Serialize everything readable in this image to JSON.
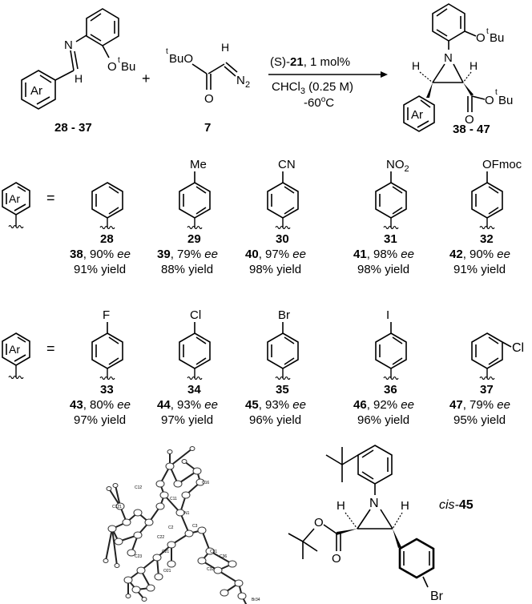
{
  "scheme": {
    "reactant_imine_label": "28 - 37",
    "reactant_imine_ar": "Ar",
    "reactant_imine_n": "N",
    "reactant_imine_otbu": "O",
    "reactant_imine_t": "t",
    "reactant_imine_bu": "Bu",
    "plus": "+",
    "diazo_tbuo_t": "t",
    "diazo_tbuo": "BuO",
    "diazo_h": "H",
    "diazo_n2": "N",
    "diazo_n2_sub": "2",
    "diazo_o": "O",
    "diazo_label": "7",
    "cond_s": "(S)-",
    "cond_cat": "21",
    "cond_loading": ", 1 mol%",
    "cond_solvent": "CHCl",
    "cond_solvent_sub": "3",
    "cond_solvent_conc": " (0.25 M)",
    "cond_temp": "-60",
    "cond_temp_sup": "o",
    "cond_temp_c": "C",
    "product_n": "N",
    "product_h1": "H",
    "product_h2": "H",
    "product_otbu": "O",
    "product_t": "t",
    "product_bu": "Bu",
    "product_ester_o": "O",
    "product_ester_otbu": "O",
    "product_ester_t": "t",
    "product_ester_bu": "Bu",
    "product_ar": "Ar",
    "product_label": "38 - 47"
  },
  "ar_key_label": "Ar",
  "equals": "=",
  "row1": [
    {
      "sub": "",
      "sub2": "",
      "sm": "28",
      "prod": "38",
      "ee": "90%",
      "yield": "91% yield"
    },
    {
      "sub": "Me",
      "sub2": "",
      "sm": "29",
      "prod": "39",
      "ee": "79%",
      "yield": "88% yield"
    },
    {
      "sub": "CN",
      "sub2": "",
      "sm": "30",
      "prod": "40",
      "ee": "97%",
      "yield": "98% yield"
    },
    {
      "sub": "NO",
      "sub2": "2",
      "sm": "31",
      "prod": "41",
      "ee": "98%",
      "yield": "98% yield"
    },
    {
      "sub": "OFmoc",
      "sub2": "",
      "sm": "32",
      "prod": "42",
      "ee": "90%",
      "yield": "91% yield"
    }
  ],
  "row2": [
    {
      "sub": "F",
      "sm": "33",
      "prod": "43",
      "ee": "80%",
      "yield": "97% yield"
    },
    {
      "sub": "Cl",
      "sm": "34",
      "prod": "44",
      "ee": "93%",
      "yield": "97% yield"
    },
    {
      "sub": "Br",
      "sm": "35",
      "prod": "45",
      "ee": "93%",
      "yield": "96% yield"
    },
    {
      "sub": "I",
      "sm": "36",
      "prod": "46",
      "ee": "92%",
      "yield": "96% yield"
    },
    {
      "sub": "Cl",
      "sm": "37",
      "prod": "47",
      "ee": "79%",
      "yield": "95% yield"
    }
  ],
  "ee_text": "ee",
  "crystal": {
    "labels": [
      "C16",
      "C12",
      "C11",
      "C121",
      "N1",
      "C2",
      "C3",
      "C22",
      "C21",
      "O21",
      "C23",
      "C31",
      "C36",
      "C32",
      "Br34"
    ]
  },
  "cis": {
    "prefix": "cis-",
    "number": "45",
    "n": "N",
    "h1": "H",
    "h2": "H",
    "o1": "O",
    "o2": "O",
    "br": "Br"
  }
}
